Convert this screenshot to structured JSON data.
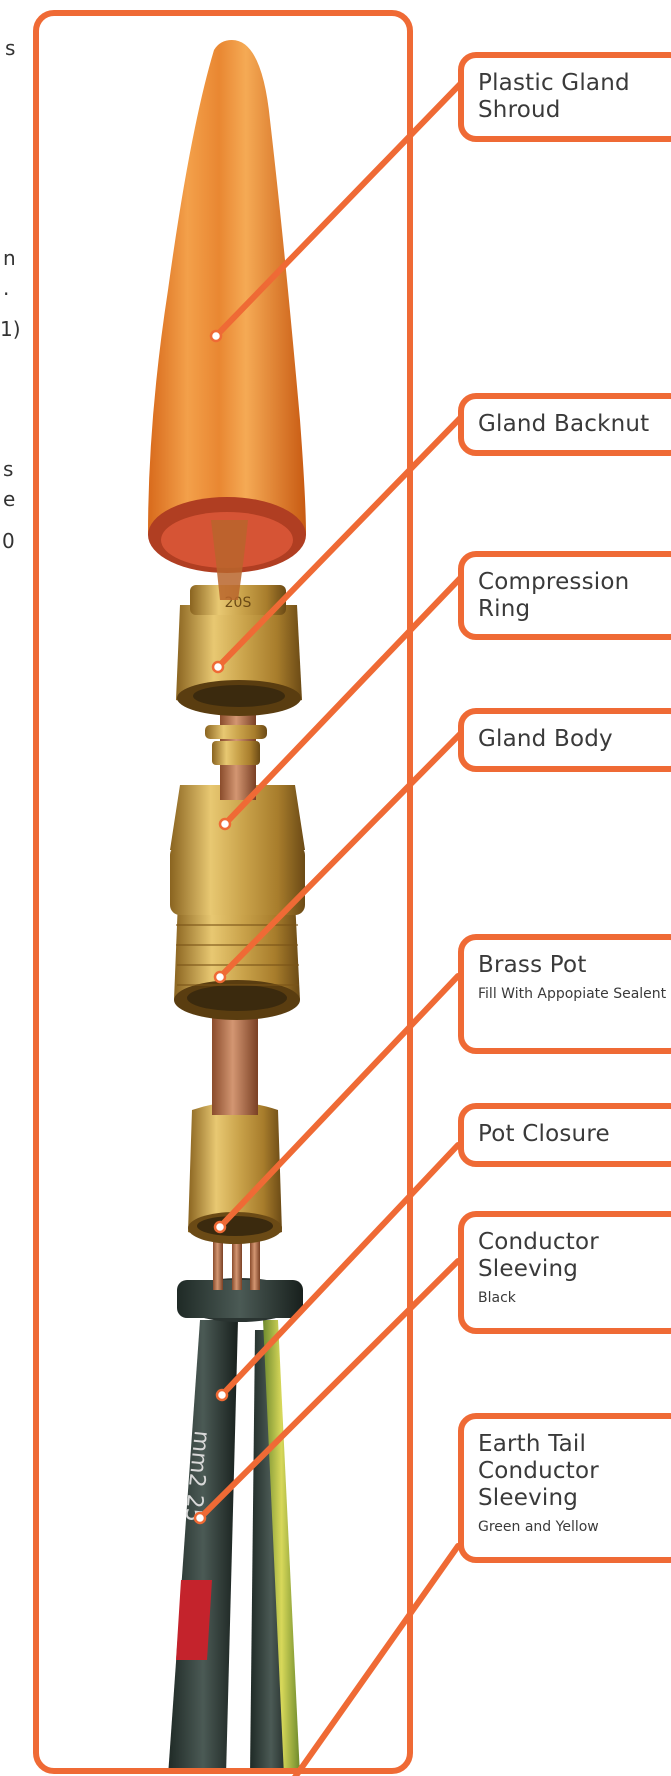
{
  "edge_text": [
    "s",
    "n",
    ".",
    "1)",
    "s",
    "e",
    "0"
  ],
  "callouts": {
    "shroud": {
      "title": "Plastic Gland Shroud",
      "sub": ""
    },
    "backnut": {
      "title": "Gland Backnut",
      "sub": ""
    },
    "compression": {
      "title": "Compression Ring",
      "sub": ""
    },
    "body": {
      "title": "Gland Body",
      "sub": ""
    },
    "pot": {
      "title": "Brass Pot",
      "sub": "Fill With Appopiate Sealent"
    },
    "closure": {
      "title": "Pot Closure",
      "sub": ""
    },
    "sleeving": {
      "title": "Conductor Sleeving",
      "sub": "Black"
    },
    "earth": {
      "title": "Earth Tail Conductor Sleeving",
      "sub": "Green and Yellow"
    }
  },
  "photo_text": {
    "backnut_marking": "20S",
    "cable_marking": "mm2 25"
  },
  "colors": {
    "accent": "#ef6a35",
    "brass": "#c9a24a",
    "shroud": "#e8862f",
    "copper": "#b8714a"
  }
}
